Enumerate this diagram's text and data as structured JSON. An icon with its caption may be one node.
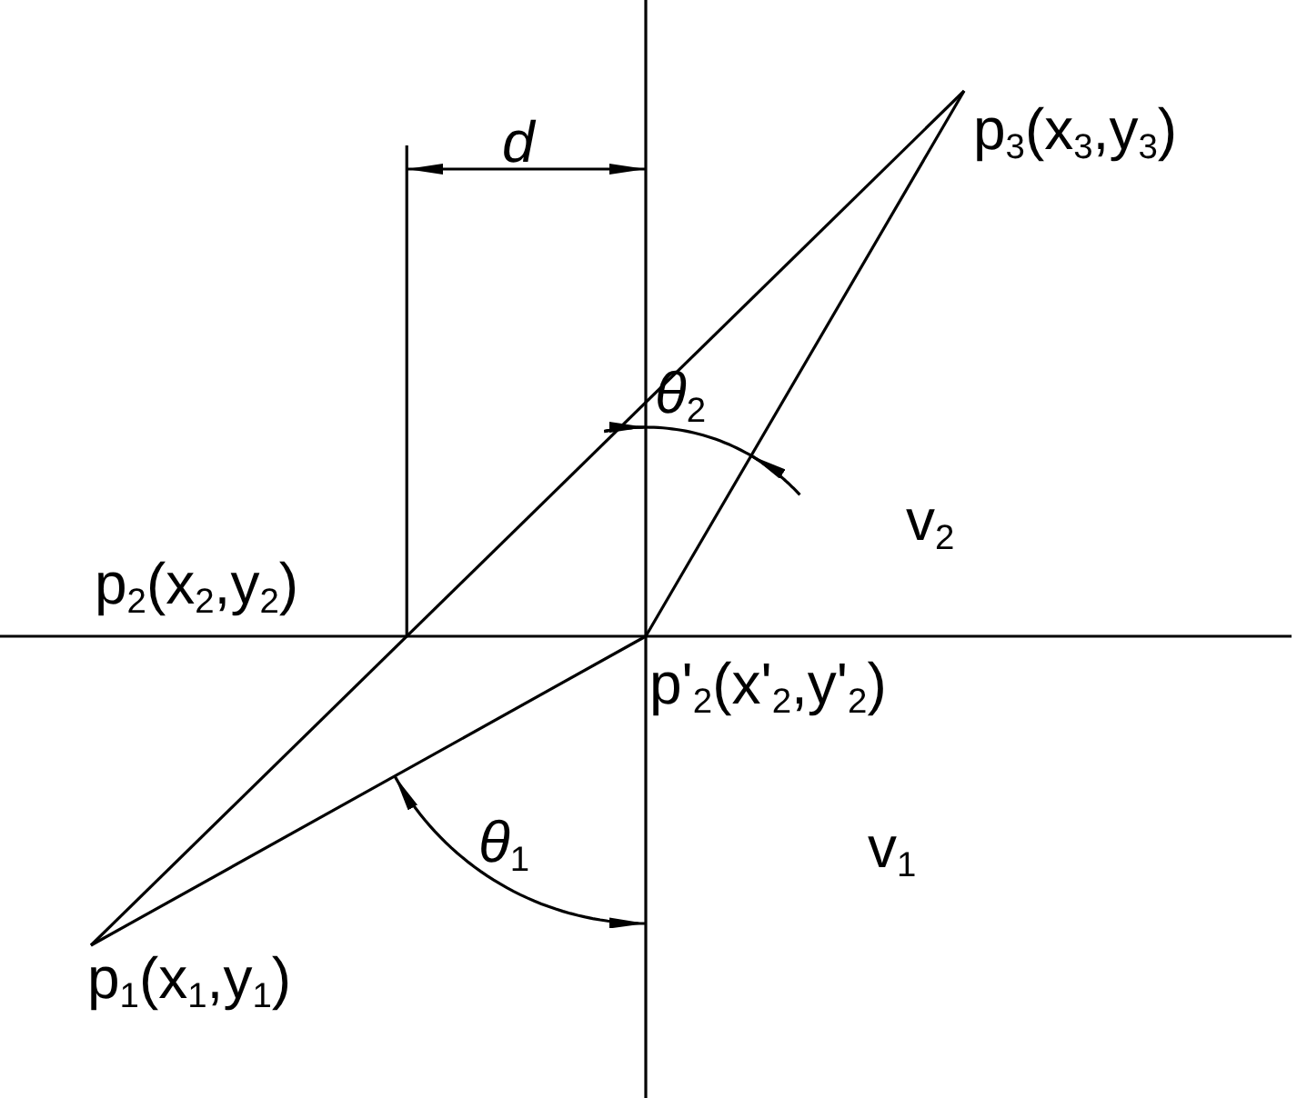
{
  "diagram": {
    "labels": [
      "*d*",
      "p$_{3}$(x$_{3}$,y$_{3}$)",
      "*θ*$_{2}$",
      "v$_{2}$",
      "p$_{2}$(x$_{2}$,y$_{2}$)",
      "p'$_{2}$(x'$_{2}$,y'$_{2}$)",
      "*θ*$_{1}$",
      "v$_{1}$",
      "p$_{1}$(x$_{1}$,y$_{1}$)"
    ]
  }
}
